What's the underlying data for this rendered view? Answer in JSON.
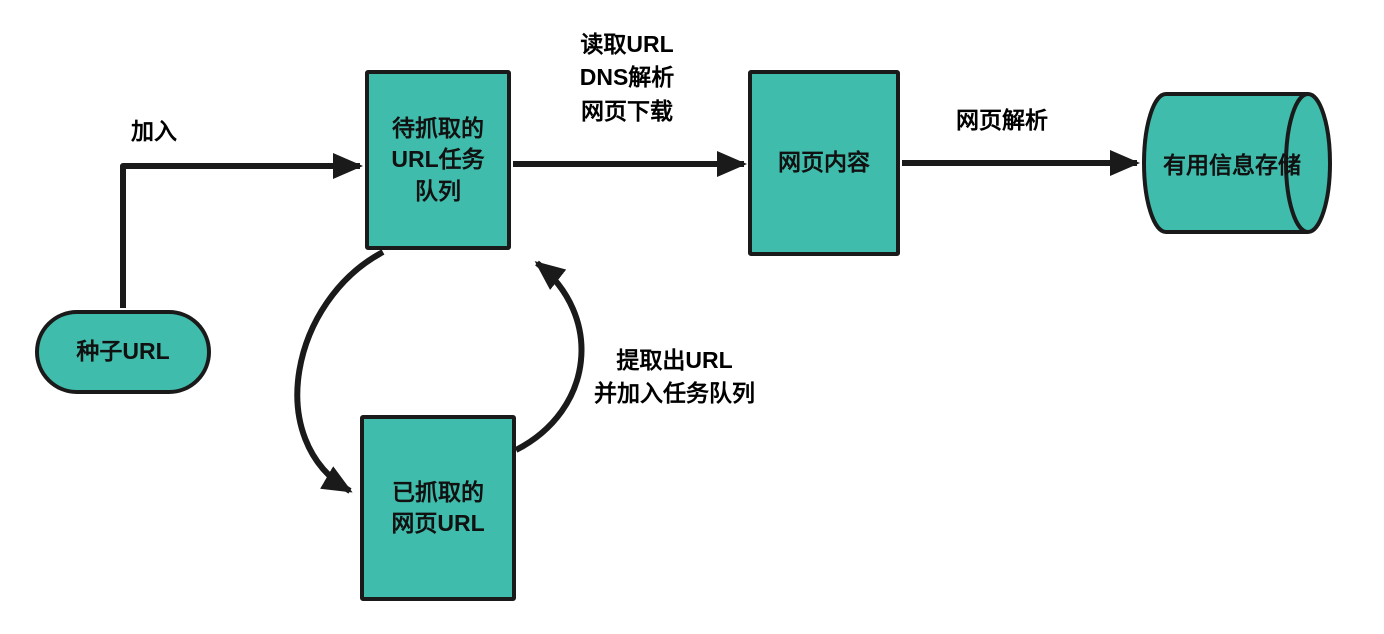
{
  "diagram": {
    "nodes": {
      "seed_url": {
        "label": "种子URL"
      },
      "task_queue": {
        "label": "待抓取的\nURL任务\n队列"
      },
      "page_content": {
        "label": "网页内容"
      },
      "crawled_urls": {
        "label": "已抓取的\n网页URL"
      },
      "storage": {
        "label": "有用信息存储"
      }
    },
    "edge_labels": {
      "join": "加入",
      "fetch": "读取URL\nDNS解析\n网页下载",
      "parse": "网页解析",
      "extract": "提取出URL\n并加入任务队列"
    },
    "colors": {
      "node_fill": "#3FBCAB",
      "node_border": "#1A1A1A",
      "arrow": "#1A1A1A",
      "node_text": "#111111",
      "label_text": "#000000",
      "background": "#FFFFFF"
    }
  }
}
